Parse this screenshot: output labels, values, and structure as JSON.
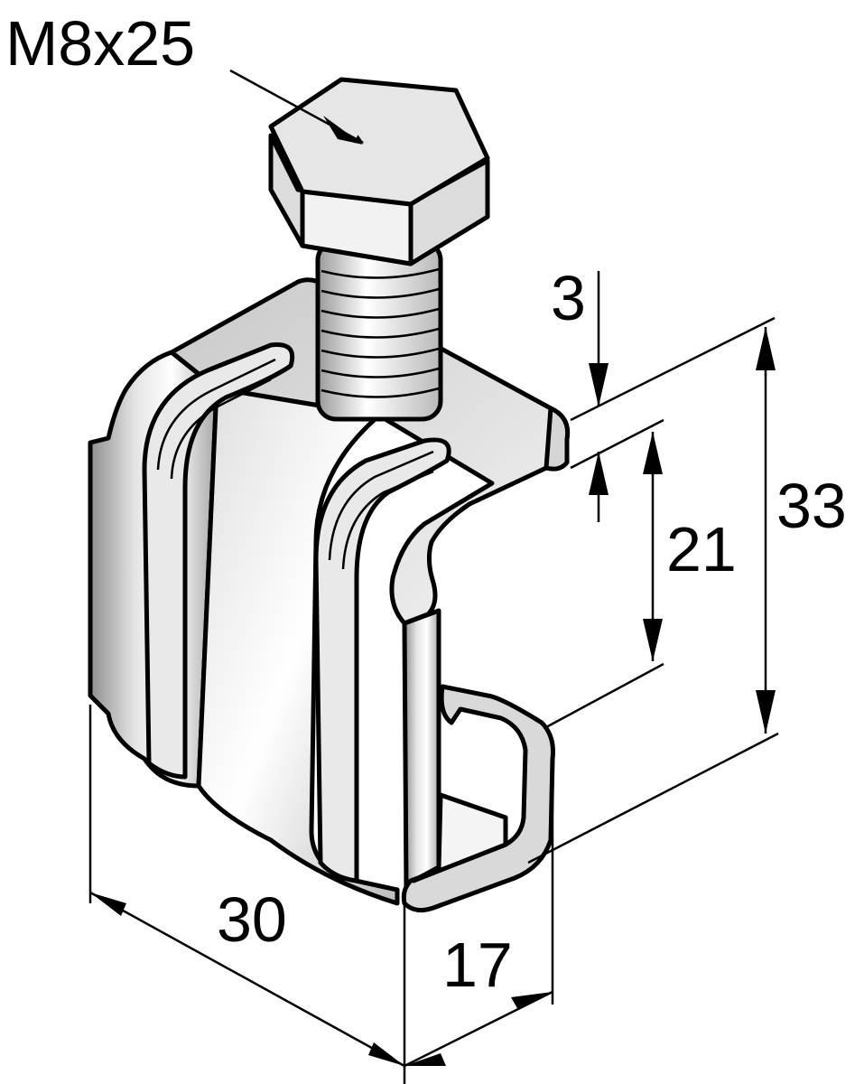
{
  "labels": {
    "bolt": "M8x25",
    "thickness": "3",
    "opening_height": "21",
    "total_height": "33",
    "width": "30",
    "depth": "17"
  },
  "colors": {
    "metal_light": "#f1f1f1",
    "metal_mid": "#cfcfcf",
    "metal_dark": "#9d9d9d",
    "line": "#000000"
  }
}
